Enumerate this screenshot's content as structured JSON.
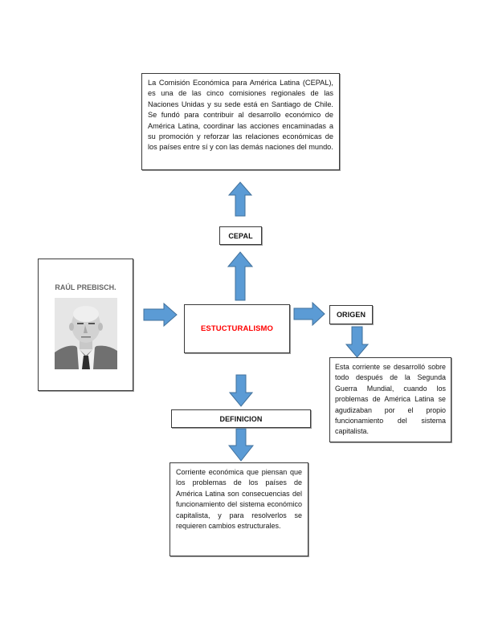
{
  "diagram": {
    "central": {
      "label": "ESTUCTURALISMO",
      "color": "#FF0000"
    },
    "cepal": {
      "label": "CEPAL",
      "description": "La Comisión Económica para América Latina (CEPAL), es una de las cinco comisiones regionales de las Naciones Unidas y su sede está en Santiago de Chile. Se fundó para contribuir al desarrollo económico de América Latina, coordinar las acciones encaminadas a su promoción y reforzar las relaciones económicas de los países entre sí y con las demás naciones del mundo."
    },
    "author": {
      "name": "RAÚL PREBISCH.",
      "photo": "portrait-of-raul-prebisch"
    },
    "origen": {
      "label": "ORIGEN",
      "description": "Esta corriente se desarrolló sobre todo después de la Segunda Guerra Mundial, cuando los problemas de América Latina se agudizaban por el propio funcionamiento del sistema capitalista."
    },
    "definicion": {
      "label": "DEFINICION",
      "description": "Corriente económica que piensan que los problemas de los países de América Latina son consecuencias del funcionamiento del sistema económico capitalista, y para resolverlos se requieren cambios estructurales."
    },
    "colors": {
      "arrow_fill": "#5B9BD5",
      "arrow_stroke": "#41719C",
      "box_border": "#3A3A3A"
    }
  }
}
